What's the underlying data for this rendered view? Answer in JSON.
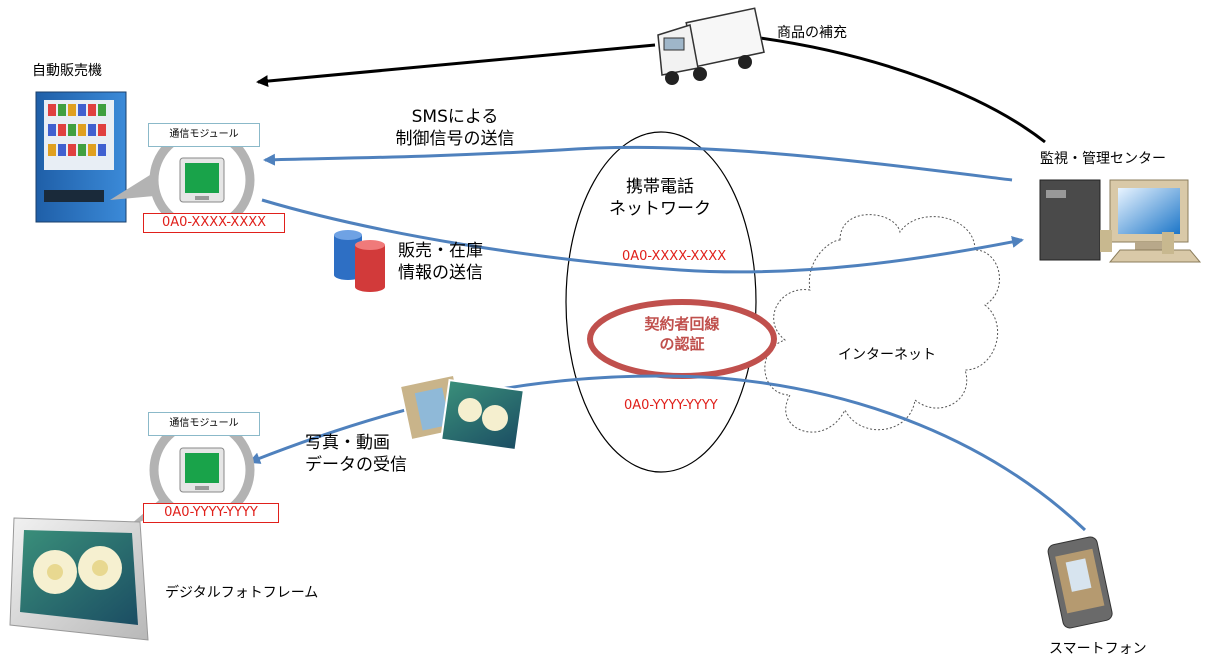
{
  "labels": {
    "vending_machine": "自動販売機",
    "restock": "商品の補充",
    "monitoring_center": "監視・管理センター",
    "sms_line1": "SMSによる",
    "sms_line2": "制御信号の送信",
    "mobile_network_line1": "携帯電話",
    "mobile_network_line2": "ネットワーク",
    "sales_line1": "販売・在庫",
    "sales_line2": "情報の送信",
    "auth_line1": "契約者回線",
    "auth_line2": "の認証",
    "internet": "インターネット",
    "photo_line1": "写真・動画",
    "photo_line2": "データの受信",
    "photo_frame": "デジタルフォトフレーム",
    "smartphone": "スマートフォン",
    "module_top": "通信モジュール",
    "module_bottom": "通信モジュール",
    "number_vm": "0A0-XXXX-XXXX",
    "number_net_vm": "0A0-XXXX-XXXX",
    "number_net_pf": "0A0-YYYY-YYYY",
    "number_pf": "0A0-YYYY-YYYY"
  },
  "colors": {
    "blue_arrow": "#4f81bd",
    "black_arrow": "#000000",
    "auth_ring": "#c0504d",
    "red_text": "#e0201b",
    "module_border": "#8bb9c9"
  }
}
